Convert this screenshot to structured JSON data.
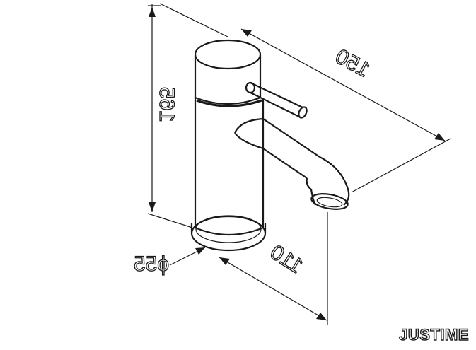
{
  "dimensions": {
    "height": "165",
    "depth": "150",
    "reach": "110",
    "base_diameter": "ϕ55"
  },
  "brand": "JUSTIME"
}
